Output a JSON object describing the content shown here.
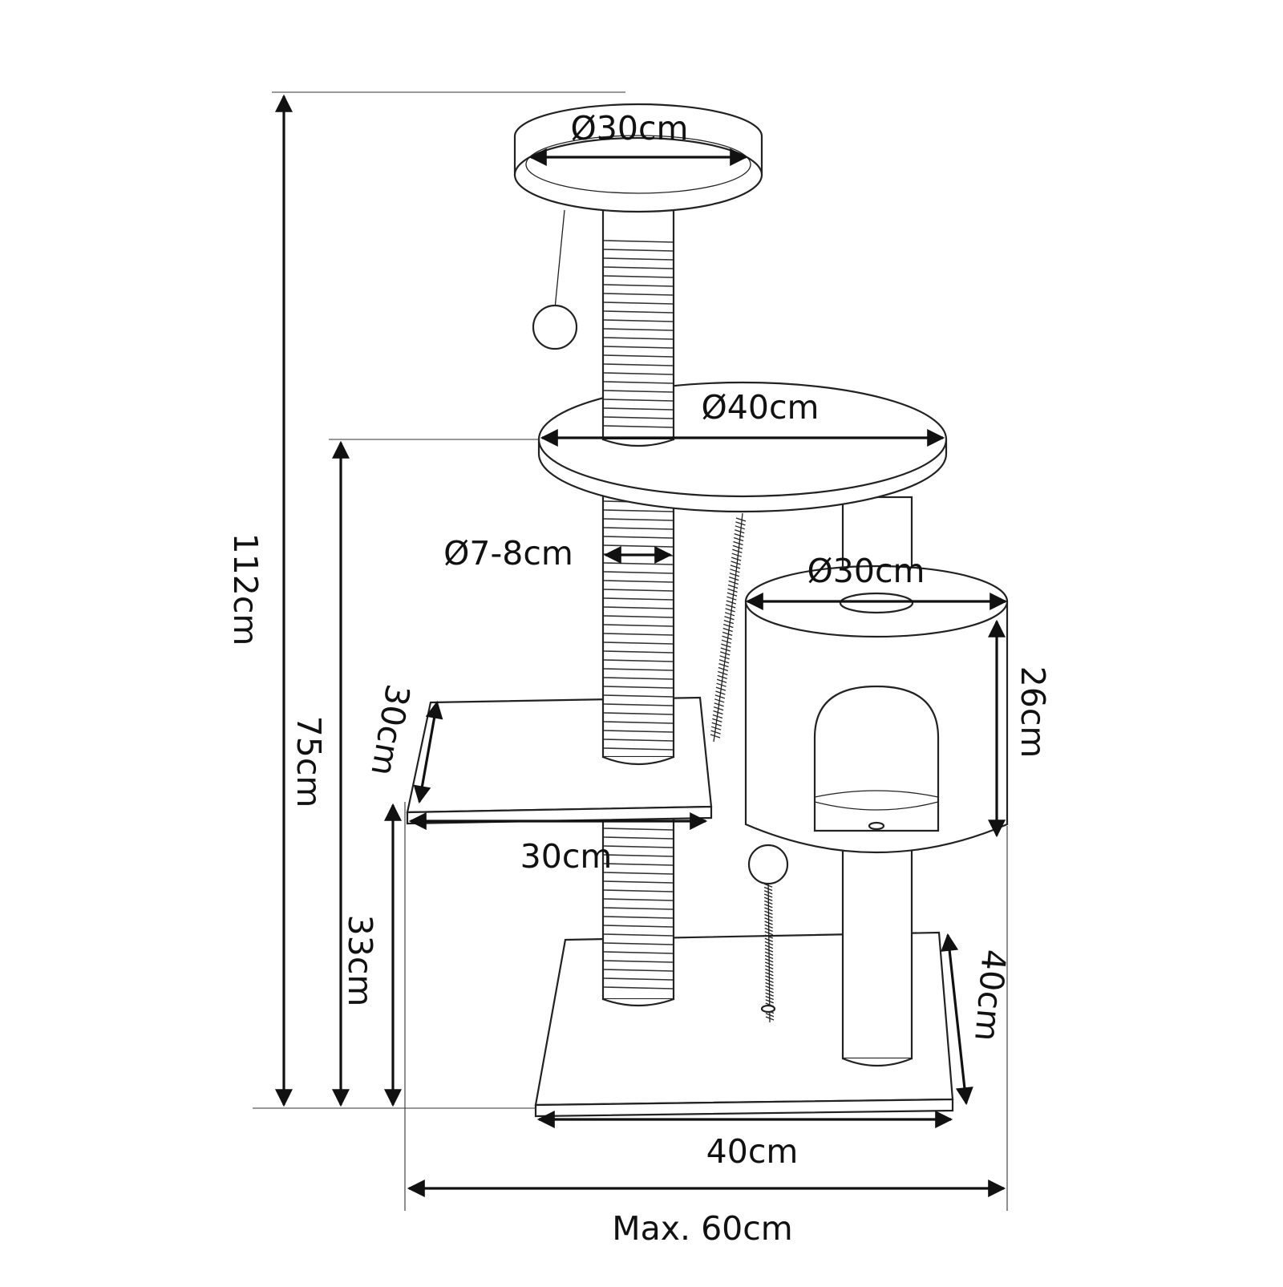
{
  "colors": {
    "line": "#222222",
    "background": "#ffffff"
  },
  "dimensions": {
    "top_platform_diameter": "Ø30cm",
    "middle_platform_diameter": "Ø40cm",
    "post_diameter": "Ø7-8cm",
    "house_diameter": "Ø30cm",
    "house_height": "26cm",
    "square_platform_depth": "30cm",
    "square_platform_width": "30cm",
    "total_height": "112cm",
    "middle_platform_height": "75cm",
    "square_platform_height": "33cm",
    "base_depth": "40cm",
    "base_width": "40cm",
    "max_width": "Max. 60cm"
  }
}
